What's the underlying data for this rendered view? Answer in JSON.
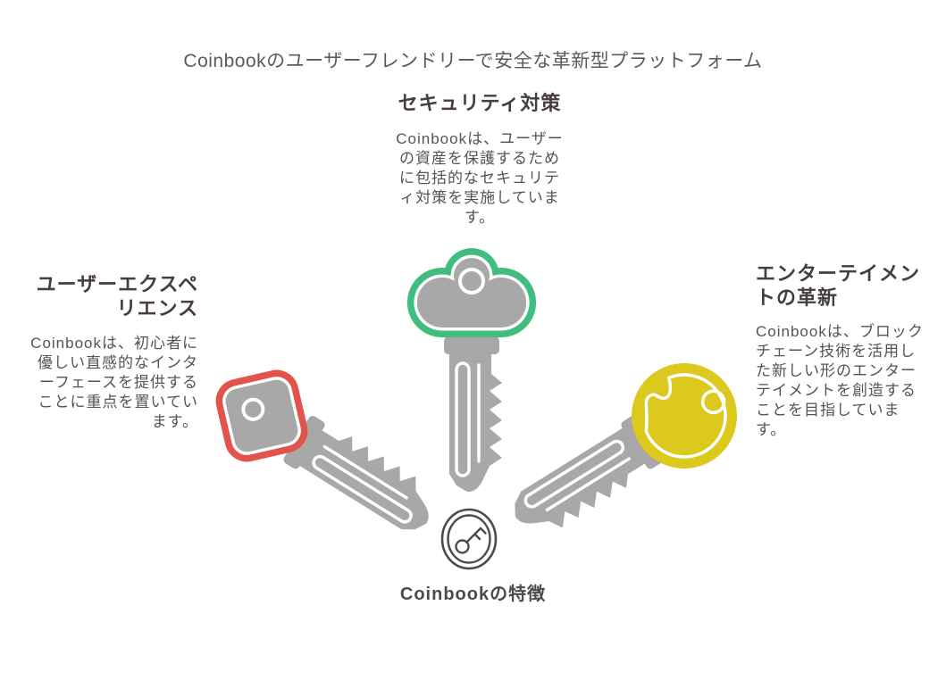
{
  "title": "Coinbookのユーザーフレンドリーで安全な革新型プラットフォーム",
  "sections": {
    "security": {
      "heading": "セキュリティ対策",
      "body": "Coinbookは、ユーザーの資産を保護するために包括的なセキュリティ対策を実施しています。"
    },
    "ux": {
      "heading": "ユーザーエクスペリエンス",
      "body": "Coinbookは、初心者に優しい直感的なインターフェースを提供することに重点を置いています。"
    },
    "entertainment": {
      "heading": "エンターテイメントの革新",
      "body": "Coinbookは、ブロックチェーン技術を活用した新しい形のエンターテイメントを創造することを目指しています。"
    }
  },
  "hub": {
    "label": "Coinbookの特徴"
  },
  "icons": {
    "security": "green-key-icon",
    "ux": "red-key-icon",
    "entertainment": "yellow-key-icon",
    "hub": "key-in-circle-icon"
  },
  "colors": {
    "security_accent": "#3fbe7f",
    "ux_accent": "#e2534b",
    "entertainment_accent": "#dcc91d",
    "key_gray": "#a8a8a8",
    "hub_stroke": "#4b4c4e",
    "title_text": "#5a5b5f",
    "heading_text": "#473d3e",
    "body_text": "#5a5152",
    "background": "#ffffff"
  }
}
